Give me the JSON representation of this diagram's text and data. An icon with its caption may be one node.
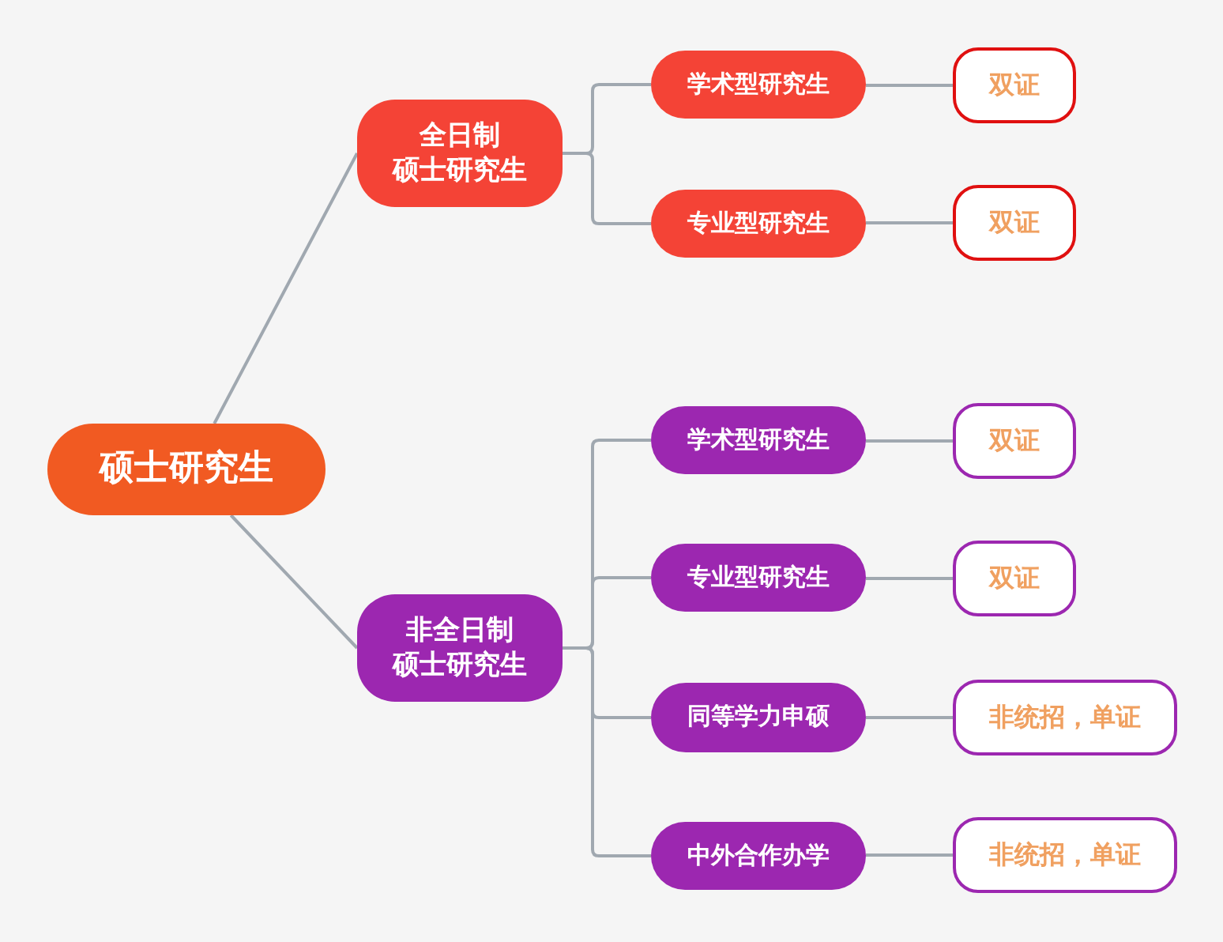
{
  "diagram": {
    "nodes": [
      {
        "text": [
          "硕士研究生"
        ]
      },
      {
        "text": [
          "全日制",
          "硕士研究生"
        ]
      },
      {
        "text": [
          "学术型研究生"
        ]
      },
      {
        "text": [
          "双证"
        ]
      },
      {
        "text": [
          "专业型研究生"
        ]
      },
      {
        "text": [
          "双证"
        ]
      },
      {
        "text": [
          "非全日制",
          "硕士研究生"
        ]
      },
      {
        "text": [
          "学术型研究生"
        ]
      },
      {
        "text": [
          "双证"
        ]
      },
      {
        "text": [
          "专业型研究生"
        ]
      },
      {
        "text": [
          "双证"
        ]
      },
      {
        "text": [
          "同等学力申硕"
        ]
      },
      {
        "text": [
          "非统招，单证"
        ]
      },
      {
        "text": [
          "中外合作办学"
        ]
      },
      {
        "text": [
          "非统招，单证"
        ]
      }
    ],
    "edges": [
      {
        "from": 0,
        "to": 1,
        "arrow": "none"
      },
      {
        "from": 0,
        "to": 6,
        "arrow": "none"
      },
      {
        "from": 1,
        "to": 2,
        "arrow": "none"
      },
      {
        "from": 1,
        "to": 4,
        "arrow": "none"
      },
      {
        "from": 2,
        "to": 3,
        "arrow": "none"
      },
      {
        "from": 4,
        "to": 5,
        "arrow": "none"
      },
      {
        "from": 6,
        "to": 7,
        "arrow": "none"
      },
      {
        "from": 6,
        "to": 9,
        "arrow": "none"
      },
      {
        "from": 6,
        "to": 11,
        "arrow": "none"
      },
      {
        "from": 6,
        "to": 13,
        "arrow": "none"
      },
      {
        "from": 7,
        "to": 8,
        "arrow": "none"
      },
      {
        "from": 9,
        "to": 10,
        "arrow": "none"
      },
      {
        "from": 11,
        "to": 12,
        "arrow": "none"
      },
      {
        "from": 13,
        "to": 14,
        "arrow": "none"
      }
    ]
  }
}
